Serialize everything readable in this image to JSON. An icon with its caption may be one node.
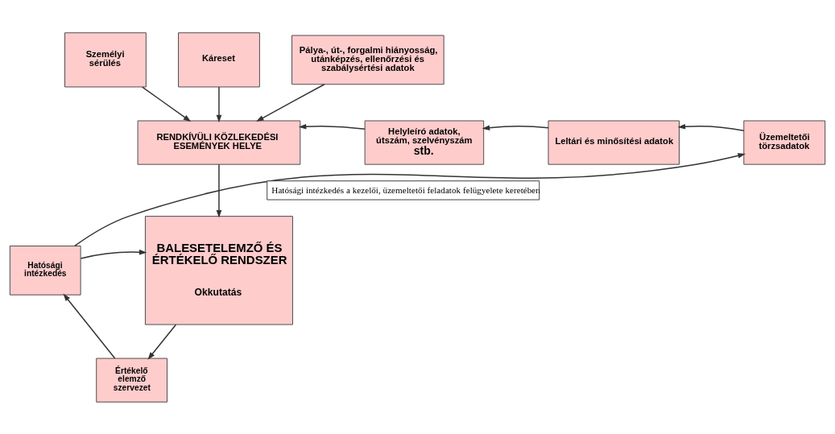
{
  "diagram": {
    "nodes": [
      {
        "text": [
          "Személyi sérülés"
        ]
      },
      {
        "text": [
          "Káreset"
        ]
      },
      {
        "text": [
          "Pálya-, út-, forgalmi hiányosság, utánképzés, ellenőrzési és szabálysértési adatok"
        ]
      },
      {
        "text": [
          "RENDKÍVÜLI KÖZLEKEDÉSI ESEMÉNYEK HELYE"
        ]
      },
      {
        "text": [
          "Helyleíró adatok, útszám, szelvényszám",
          "stb."
        ]
      },
      {
        "text": [
          "Leltári és minősítési adatok"
        ]
      },
      {
        "text": [
          "Üzemeltetői törzsadatok"
        ]
      },
      {
        "text": [
          "Hatósági intézkedés"
        ]
      },
      {
        "text": [
          "BALESETELEMZŐ ÉS ÉRTÉKELŐ RENDSZER",
          "Okkutatás"
        ]
      },
      {
        "text": [
          "Értékelő elemző szervezet"
        ]
      }
    ],
    "edges": [
      {
        "from": 0,
        "to": 3,
        "arrow": "to"
      },
      {
        "from": 1,
        "to": 3,
        "arrow": "to"
      },
      {
        "from": 2,
        "to": 3,
        "arrow": "to"
      },
      {
        "from": 4,
        "to": 3,
        "arrow": "to"
      },
      {
        "from": 5,
        "to": 4,
        "arrow": "to"
      },
      {
        "from": 6,
        "to": 5,
        "arrow": "to"
      },
      {
        "from": 3,
        "to": 8,
        "arrow": "to"
      },
      {
        "from": 7,
        "to": 8,
        "arrow": "to"
      },
      {
        "from": 9,
        "to": 7,
        "arrow": "to"
      },
      {
        "from": 8,
        "to": 9,
        "arrow": "to"
      },
      {
        "from": 7,
        "to": 6,
        "arrow": "to",
        "label": "Hatósági intézkedés a kezelői, üzemeltetői feladatok felügyelete keretében"
      }
    ]
  }
}
